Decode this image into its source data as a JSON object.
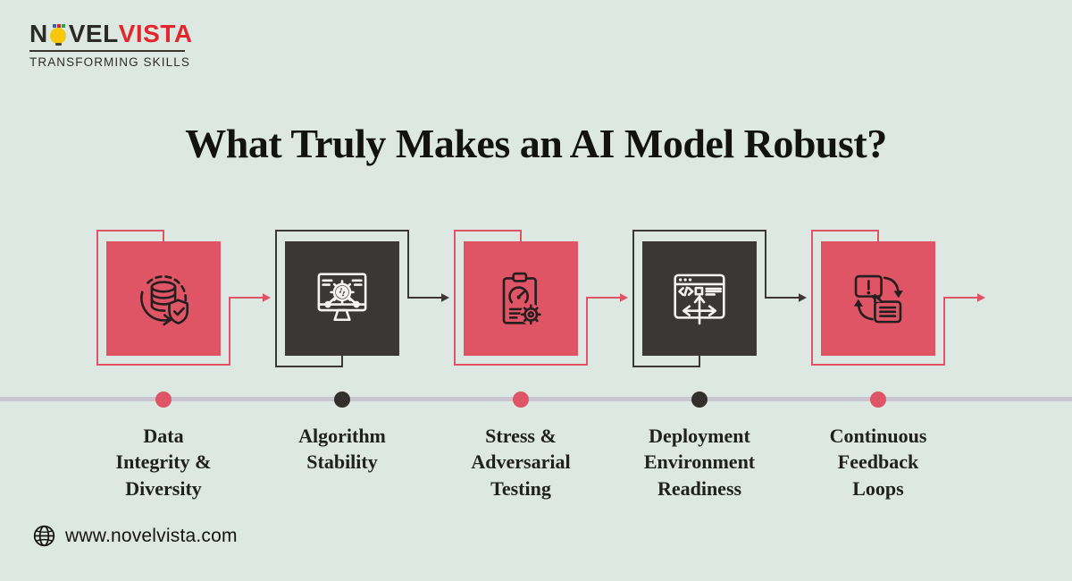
{
  "palette": {
    "background": "#dde8e3",
    "red": "#df5565",
    "dark": "#3a3734",
    "timeline": "#c9c6d2",
    "logo_red": "#e2262c",
    "bulb_yellow": "#f6c70a",
    "icon_on_red": "#241e1e",
    "icon_on_dark": "#f5f4f1"
  },
  "logo": {
    "brand_prefix": "N",
    "brand_mid": "VEL",
    "brand_suffix": "VISTA",
    "bulb_icon": "lightbulb-icon",
    "tagline": "TRANSFORMING SKILLS"
  },
  "title": "What Truly Makes an AI Model Robust?",
  "steps": [
    {
      "label": "Data\nIntegrity &\nDiversity",
      "icon": "database-shield-icon",
      "scheme": "red"
    },
    {
      "label": "Algorithm\nStability",
      "icon": "monitor-gear-icon",
      "scheme": "dark"
    },
    {
      "label": "Stress &\nAdversarial\nTesting",
      "icon": "clipboard-gauge-gear-icon",
      "scheme": "red"
    },
    {
      "label": "Deployment\nEnvironment\nReadiness",
      "icon": "browser-deploy-arrows-icon",
      "scheme": "dark"
    },
    {
      "label": "Continuous\nFeedback\nLoops",
      "icon": "feedback-bubbles-cycle-icon",
      "scheme": "red"
    }
  ],
  "footer": {
    "website": "www.novelvista.com",
    "icon": "globe-icon"
  }
}
